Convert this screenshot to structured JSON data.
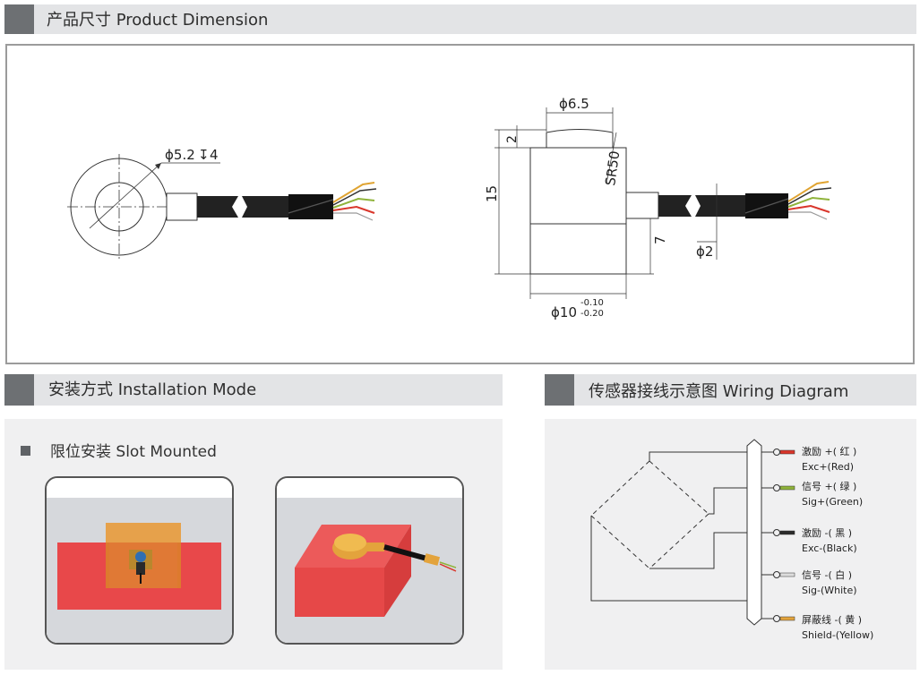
{
  "sections": {
    "product_dimension": "产品尺寸 Product Dimension",
    "installation_mode": "安装方式 Installation Mode",
    "wiring_diagram": "传感器接线示意图  Wiring Diagram"
  },
  "dimensions": {
    "hole": "ϕ5.2",
    "hole_depth_symbol": "↧",
    "hole_depth": "4",
    "top_diameter": "ϕ6.5",
    "top_height": "2",
    "total_height": "15",
    "sphere_radius": "SR50",
    "cable_height": "7",
    "cable_diameter": "ϕ2",
    "body_diameter": "ϕ10",
    "tol_upper": "-0.10",
    "tol_lower": "-0.20"
  },
  "installation": {
    "slot_mounted": "限位安装 Slot Mounted"
  },
  "wiring": [
    {
      "cn": "激励 +( 红 )",
      "en": "Exc+(Red)",
      "color": "#d9362b"
    },
    {
      "cn": "信号 +( 绿 )",
      "en": "Sig+(Green)",
      "color": "#8fb33a"
    },
    {
      "cn": "激励 -( 黑 )",
      "en": "Exc-(Black)",
      "color": "#2a2a2a"
    },
    {
      "cn": "信号 -( 白 )",
      "en": "Sig-(White)",
      "color": "#dcdcdc"
    },
    {
      "cn": "屏蔽线 -( 黄 )",
      "en": "Shield-(Yellow)",
      "color": "#e3a33c"
    }
  ]
}
